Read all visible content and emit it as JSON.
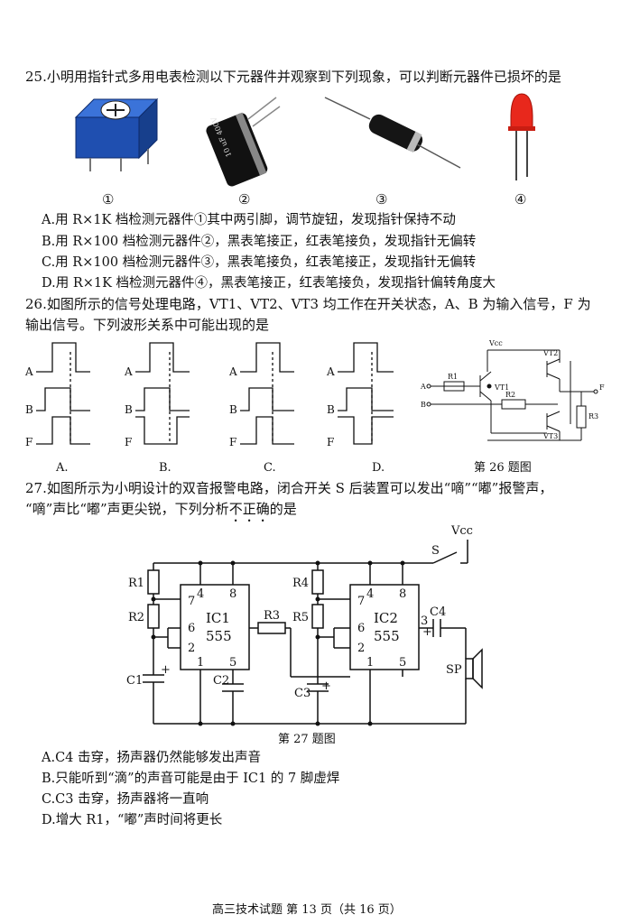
{
  "q25": {
    "stem": "25.小明用指针式多用电表检测以下元器件并观察到下列现象，可以判断元器件已损坏的是",
    "labels": [
      "①",
      "②",
      "③",
      "④"
    ],
    "capacitor_text": "10 uF 400V",
    "options": [
      "A.用 R×1K 档检测元器件①其中两引脚，调节旋钮，发现指针保持不动",
      "B.用 R×100 档检测元器件②，黑表笔接正，红表笔接负，发现指针无偏转",
      "C.用 R×100 档检测元器件③，黑表笔接负，红表笔接正，发现指针无偏转",
      "D.用 R×1K 档检测元器件④，黑表笔接正，红表笔接负，发现指针偏转角度大"
    ]
  },
  "q26": {
    "stem_line1": "26.如图所示的信号处理电路，VT1、VT2、VT3 均工作在开关状态，A、B 为输入信号，F 为",
    "stem_line2": "输出信号。下列波形关系中可能出现的是",
    "signal_labels": [
      "A",
      "B",
      "F"
    ],
    "option_labels": [
      "A.",
      "B.",
      "C.",
      "D."
    ],
    "figure_caption": "第 26 题图",
    "circuit_labels": {
      "vcc": "Vcc",
      "r1": "R1",
      "r2": "R2",
      "r3": "R3",
      "vt1": "VT1",
      "vt2": "VT2",
      "vt3": "VT3",
      "a": "A",
      "b": "B",
      "f": "F"
    }
  },
  "q27": {
    "stem_line1": "27.如图所示为小明设计的双音报警电路，闭合开关 S 后装置可以发出“嘀”“嘟”报警声，",
    "stem_line2_a": "“嘀”声比“嘟”声更尖锐，下列分析",
    "stem_line2_emph": "不正确",
    "stem_line2_b": "的是",
    "figure_caption": "第 27 题图",
    "circuit_labels": {
      "vcc": "Vcc",
      "s": "S",
      "r1": "R1",
      "r2": "R2",
      "r3": "R3",
      "r4": "R4",
      "r5": "R5",
      "c1": "C1",
      "c2": "C2",
      "c3": "C3",
      "c4": "C4",
      "sp": "SP",
      "ic1": "IC1",
      "ic2": "IC2",
      "chip": "555",
      "p7": "7",
      "p4": "4",
      "p8": "8",
      "p6": "6",
      "p2": "2",
      "p1": "1",
      "p5": "5",
      "p3": "3",
      "plus": "+"
    },
    "options": [
      "A.C4 击穿，扬声器仍然能够发出声音",
      "B.只能听到“滴”的声音可能是由于 IC1 的 7 脚虚焊",
      "C.C3 击穿，扬声器将一直响",
      "D.增大 R1，“嘟”声时间将更长"
    ]
  },
  "footer": "高三技术试题 第 13 页（共 16 页）"
}
